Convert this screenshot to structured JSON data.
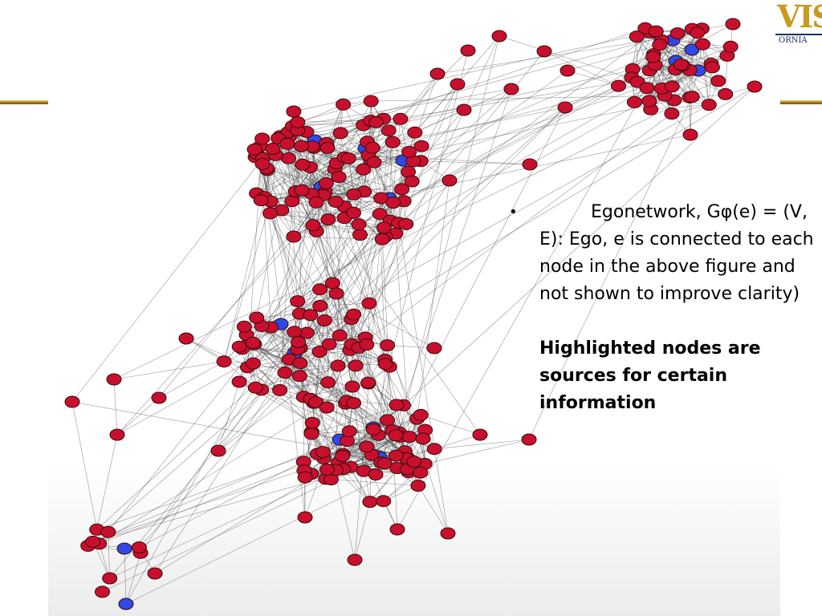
{
  "logo": {
    "word": "VIS",
    "sub": "ORNIA"
  },
  "content": {
    "bullet": "•",
    "para1": "Egonetwork, Gφ(e) = (V, E): Ego, e is connected to each node in the above figure and not shown to improve clarity)",
    "para2": "Highlighted nodes are sources for certain information"
  },
  "colors": {
    "node": "#c8102e",
    "highlight_node": "#2e49e6",
    "edge": "#444444",
    "accent_gold": "#c99a1f"
  }
}
